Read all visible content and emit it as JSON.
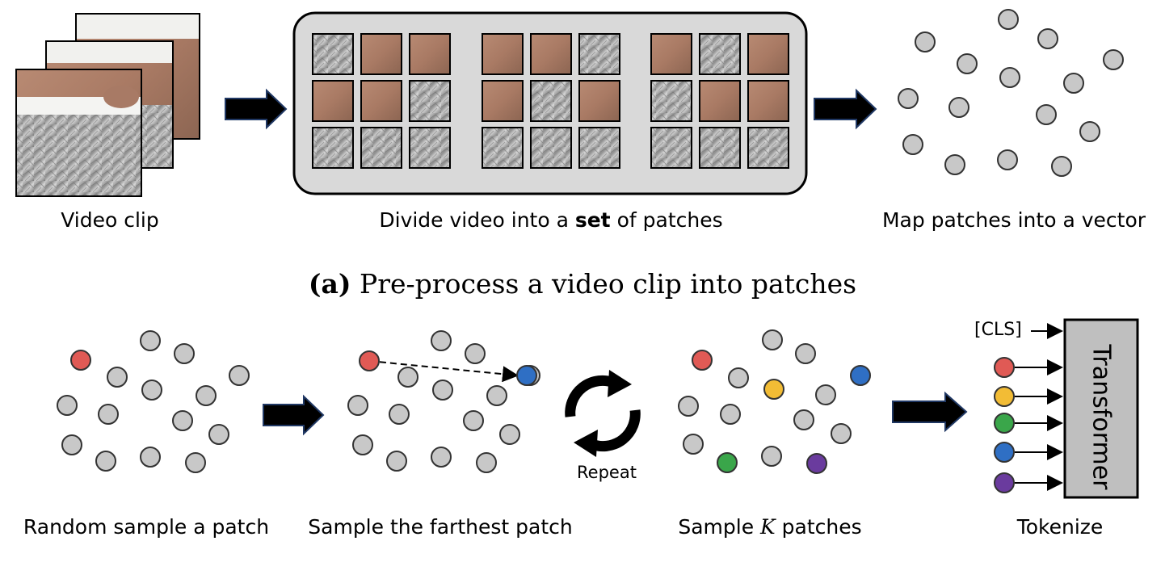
{
  "panel_a": {
    "labels": {
      "video_clip": "Video clip",
      "divide_prefix": "Divide video into a ",
      "divide_bold": "set",
      "divide_suffix": " of patches",
      "map": "Map patches into a vector"
    },
    "caption_prefix": "(a)",
    "caption_text": " Pre-process a video clip into patches"
  },
  "panel_b": {
    "labels": {
      "random": "Random sample a patch",
      "farthest": "Sample the farthest patch",
      "sample_k_prefix": "Sample ",
      "sample_k_var": "K",
      "sample_k_suffix": " patches",
      "tokenize": "Tokenize"
    },
    "repeat": "Repeat",
    "cls": "[CLS]",
    "transformer": "Transformer"
  },
  "colors": {
    "node_gray": "#c8c8c8",
    "node_red": "#e05a55",
    "node_blue": "#2f6fc4",
    "node_yellow": "#f2bc35",
    "node_green": "#3aa64a",
    "node_purple": "#6a3b9e",
    "container_gray": "#d9d9d9",
    "transformer_gray": "#bfbfbf",
    "arrow_fill": "#000000",
    "arrow_outline": "#203864"
  },
  "icons": [
    "video-frame-stack",
    "patch-grid",
    "arrow-right-icon",
    "repeat-cycle-icon"
  ]
}
